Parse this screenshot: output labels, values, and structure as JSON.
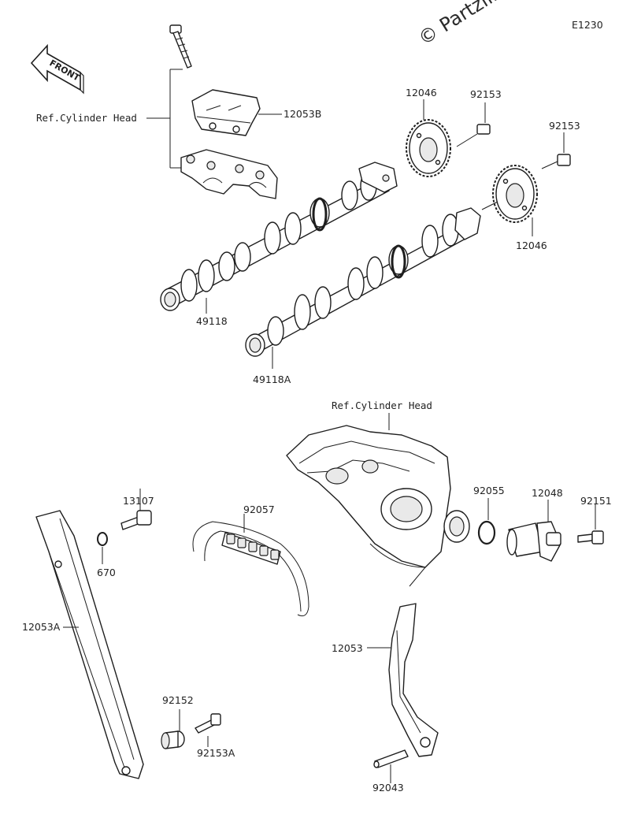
{
  "diagram_code": "E1230",
  "watermark": "© Partzilla",
  "front_badge": "FRONT",
  "ref_labels": {
    "cylinder_head_top": "Ref.Cylinder Head",
    "cylinder_head_bottom": "Ref.Cylinder Head"
  },
  "part_labels": {
    "p12053B": "12053B",
    "p12046_top": "12046",
    "p92153_top": "92153",
    "p92153_right": "92153",
    "p12046_right": "12046",
    "p49118": "49118",
    "p49118A": "49118A",
    "p13107": "13107",
    "p670": "670",
    "p92057": "92057",
    "p92055": "92055",
    "p12048": "12048",
    "p92151": "92151",
    "p12053A": "12053A",
    "p12053": "12053",
    "p92152": "92152",
    "p92153A": "92153A",
    "p92043": "92043"
  }
}
